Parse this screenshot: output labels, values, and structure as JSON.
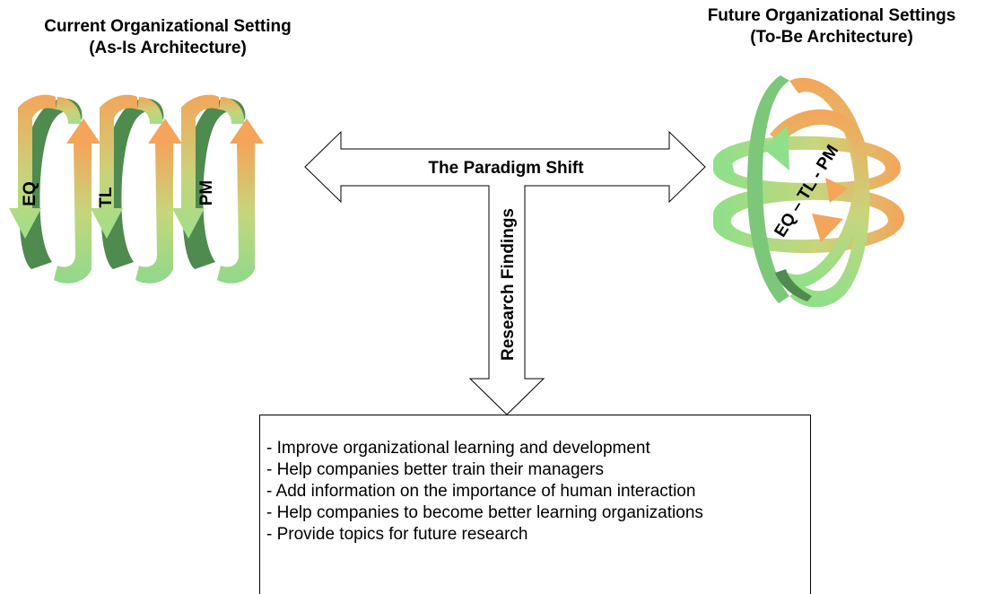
{
  "left_heading": {
    "line1": "Current Organizational Setting",
    "line2": "(As-Is Architecture)"
  },
  "right_heading": {
    "line1": "Future Organizational Settings",
    "line2": "(To-Be Architecture)"
  },
  "as_is_loops": [
    "EQ",
    "TL",
    "PM"
  ],
  "to_be_label": "EQ – TL - PM",
  "paradigm_shift_label": "The Paradigm Shift",
  "research_findings_label": "Research Findings",
  "findings": [
    "- Improve organizational learning and development",
    "- Help companies better train their managers",
    "- Add information on the importance of human interaction",
    "- Help companies to become better learning organizations",
    "- Provide topics for future research"
  ],
  "colors": {
    "arrow_orange": "#f4a55a",
    "arrow_green": "#a8e690",
    "arrow_dark_green": "#4f8a4f"
  }
}
